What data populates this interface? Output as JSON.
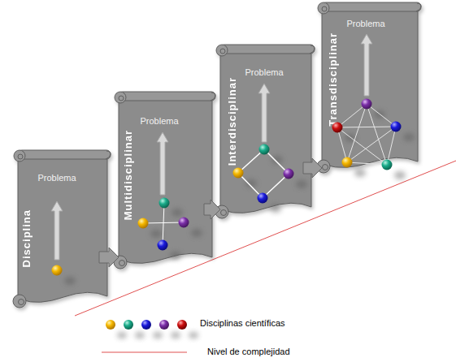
{
  "diagram": {
    "nodes": [
      {
        "text": [
          "Disciplina",
          "Problema"
        ]
      },
      {
        "text": [
          "Multidisciplinar",
          "Problema"
        ]
      },
      {
        "text": [
          "Interdisciplinar",
          "Problema"
        ]
      },
      {
        "text": [
          "Transdisciplinar",
          "Problema"
        ]
      }
    ],
    "edges": [
      {
        "from": 0,
        "to": 1,
        "arrow": "to"
      },
      {
        "from": 1,
        "to": 2,
        "arrow": "to"
      },
      {
        "from": 2,
        "to": 3,
        "arrow": "to"
      }
    ],
    "legend": [
      {
        "text": "Disciplinas científicas"
      },
      {
        "text": "Nivel de complejidad"
      }
    ]
  }
}
